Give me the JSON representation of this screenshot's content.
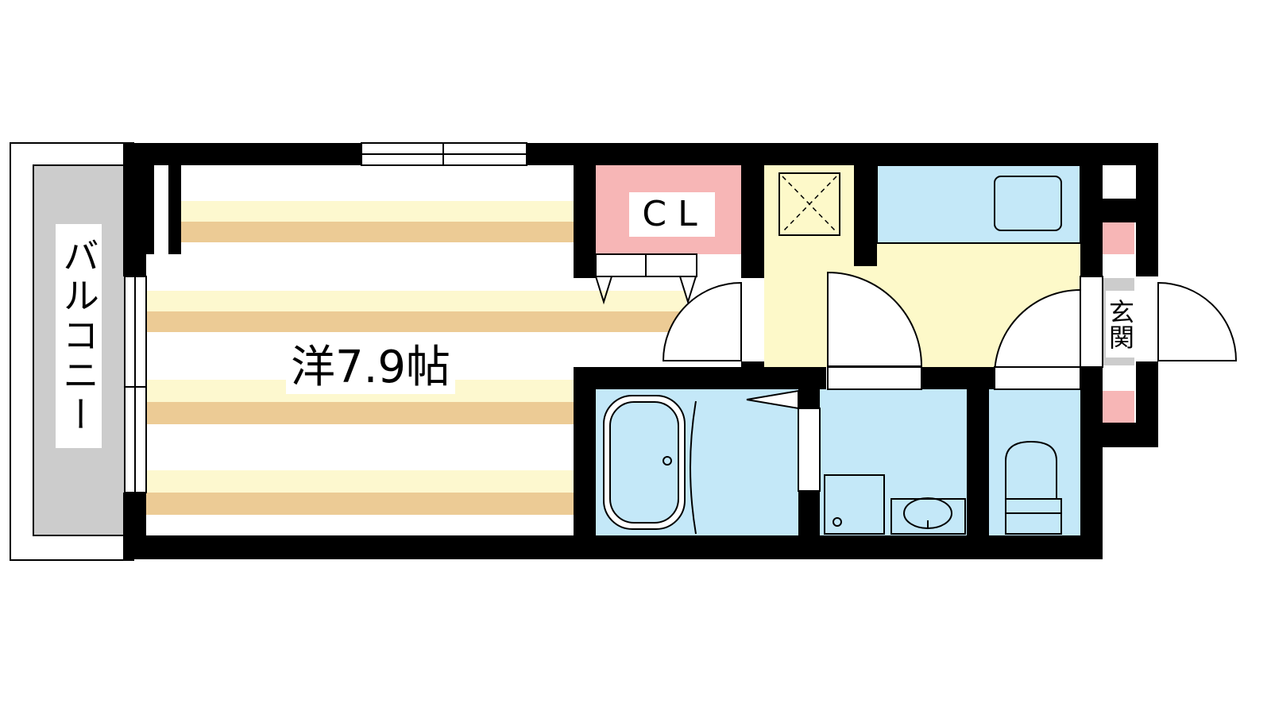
{
  "floor_plan": {
    "balcony_label": "バルコニー",
    "room_label": "洋7.9帖",
    "closet_label": "CL",
    "entrance_label": "玄関"
  },
  "colors": {
    "wall": "#000000",
    "balcony": "#cccccc",
    "floor_stripe_light": "#fdf8cf",
    "floor_stripe_dark": "#eccb95",
    "closet": "#f7b6b6",
    "kitchen": "#fdf9c9",
    "wet_area": "#c4e8f8",
    "accent": "#f7b6b6"
  }
}
